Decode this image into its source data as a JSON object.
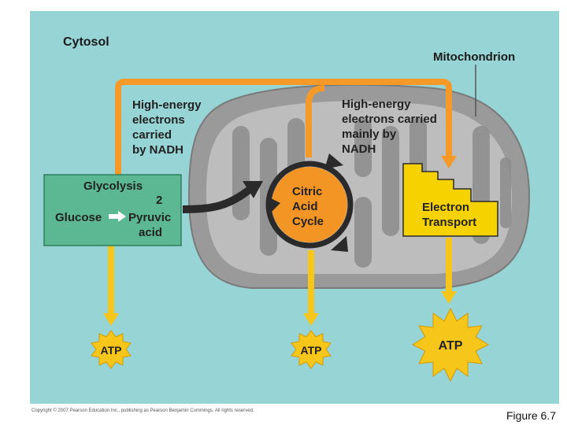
{
  "colors": {
    "cytosol": "#96d4d6",
    "mitochondrion": "#9a9a9a",
    "glycolysis_box": "#5bb892",
    "electron_transport": "#f6d300",
    "citric_cycle": "#f29525",
    "nadh_arrow": "#f59a28",
    "atp_arrow": "#f6c61a",
    "atp_burst": "#f6c61a"
  },
  "labels": {
    "cytosol": "Cytosol",
    "mitochondrion": "Mitochondrion",
    "nadh_left_1": "High-energy",
    "nadh_left_2": "electrons",
    "nadh_left_3": "carried",
    "nadh_left_4": "by NADH",
    "nadh_right_1": "High-energy",
    "nadh_right_2": "electrons carried",
    "nadh_right_3": "mainly by",
    "nadh_right_4": "NADH",
    "glycolysis": "Glycolysis",
    "glucose": "Glucose",
    "pyruvic_count": "2",
    "pyruvic_1": "Pyruvic",
    "pyruvic_2": "acid",
    "citric_1": "Citric",
    "citric_2": "Acid",
    "citric_3": "Cycle",
    "electron_1": "Electron",
    "electron_2": "Transport",
    "atp_left": "ATP",
    "atp_middle": "ATP",
    "atp_right": "ATP",
    "copyright": "Copyright © 2007 Pearson Education Inc., publishing as Pearson Benjamin Cummings. All rights reserved.",
    "figure": "Figure 6.7"
  }
}
